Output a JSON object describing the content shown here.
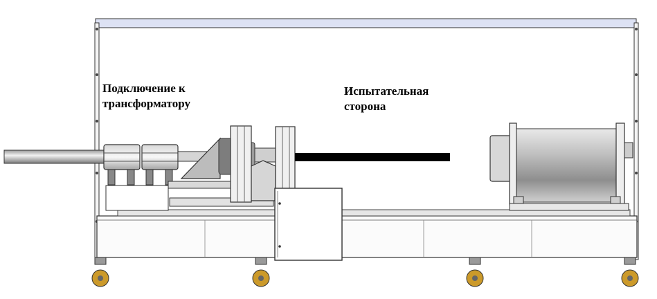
{
  "labels": {
    "transformer_connection": {
      "line1": "Подключение к",
      "line2": "трансформатору"
    },
    "test_side": {
      "line1": "Испытательная",
      "line2": "сторона"
    }
  },
  "colors": {
    "frame_top_bar": "#dde2f4",
    "line": "#333333",
    "metal_light": "#e8e8e8",
    "metal_mid": "#b8b8b8",
    "metal_dark": "#6e6e6e",
    "drum": "#a9a9a9",
    "conductor": "#000000",
    "wheel": "#cc9a2a"
  }
}
